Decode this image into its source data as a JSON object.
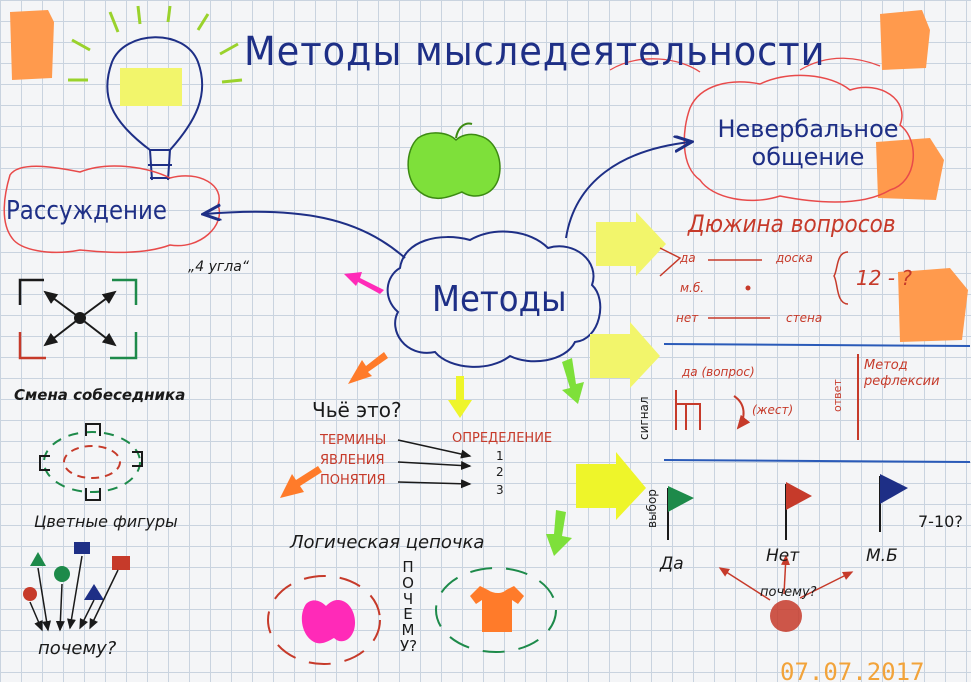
{
  "title": "Методы мыследеятельности",
  "center": "Методы",
  "left_top": {
    "label": "Рассуждение",
    "note": "„4 угла“"
  },
  "nonverbal": "Невербальное общение",
  "dozen": {
    "title": "Дюжина вопросов",
    "row1_left": "да",
    "row1_right": "доска",
    "row2_left": "м.б.",
    "row3_left": "нет",
    "row3_right": "стена",
    "brace_label": "12 - ?"
  },
  "reflection": {
    "side": "сигнал",
    "left_top": "да (вопрос)",
    "left_bottom": "(жест)",
    "mid_label": "ответ",
    "right": "Метод рефлексии"
  },
  "left_middle": {
    "swap": "Смена собеседника",
    "shapes": "Цветные фигуры",
    "why": "почему?"
  },
  "whose": {
    "question": "Чьё это?",
    "terms": [
      "термины",
      "явления",
      "понятия"
    ],
    "definition": "определение",
    "numbers": [
      "1",
      "2",
      "3"
    ]
  },
  "chain": {
    "title": "Логическая цепочка",
    "vertical": "почему?"
  },
  "flags": {
    "side": "выбор",
    "yes": "Да",
    "no": "Нет",
    "maybe": "М.Б",
    "count": "7-10?",
    "why": "почему?"
  },
  "date": "07.07.2017",
  "colors": {
    "blue_marker": "#1e2f86",
    "red_marker": "#c63a2a",
    "orange_note": "#ff9a4d",
    "yellow_note": "#f2f56b",
    "green_apple": "#7ee03a",
    "pink": "#ff2ab8"
  }
}
